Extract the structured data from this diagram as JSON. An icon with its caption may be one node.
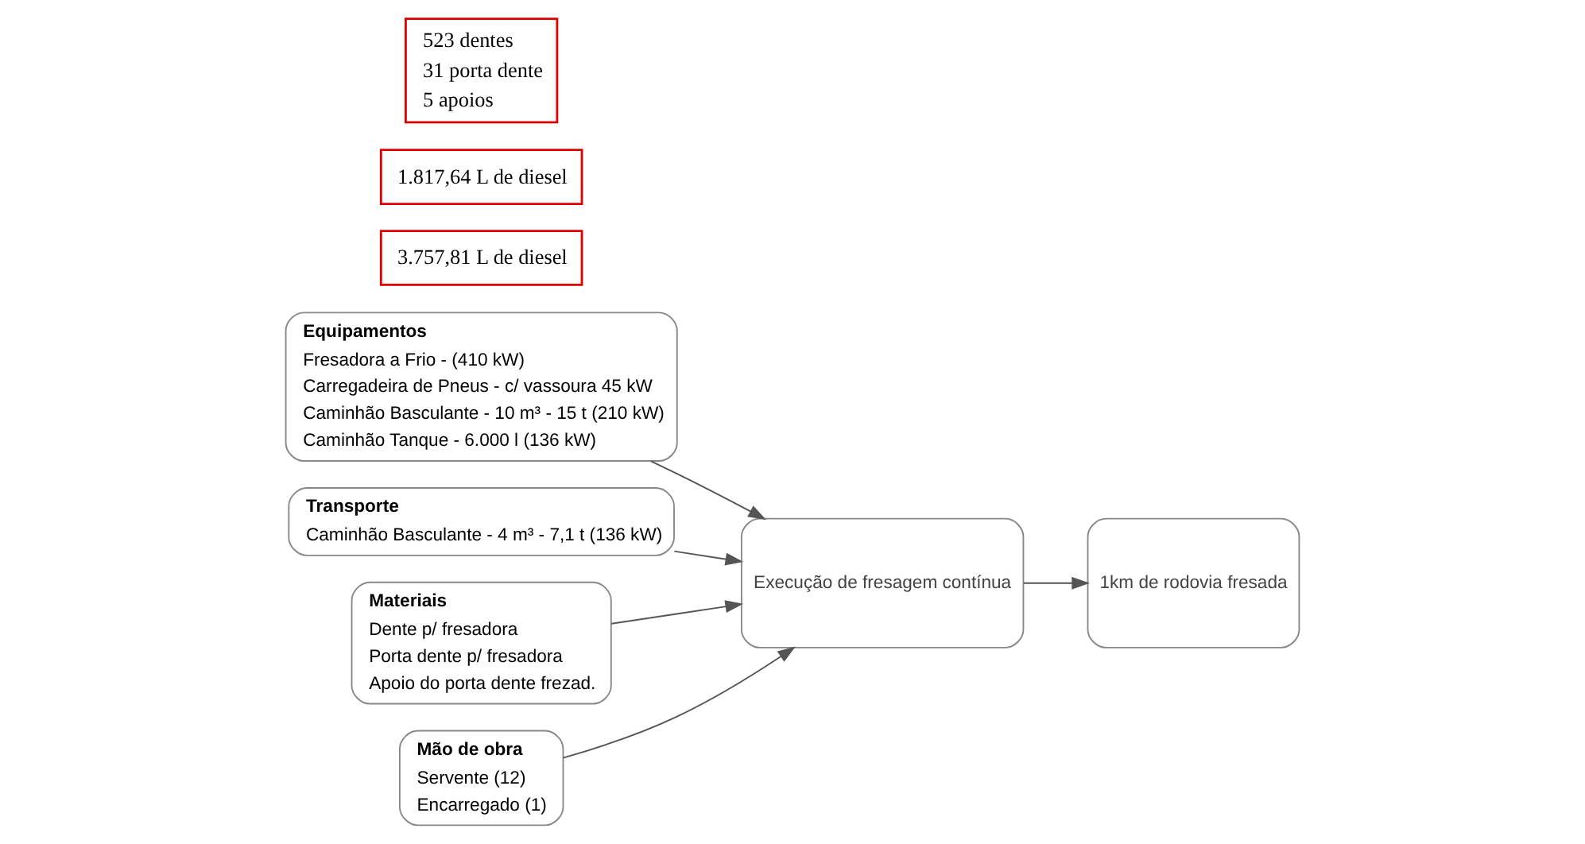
{
  "diagram": {
    "nodes": [
      {
        "text": [
          "Equipamentos",
          "Fresadora a Frio - (410 kW)",
          "Carregadeira de Pneus - c/ vassoura 45 kW",
          "Caminhão Basculante - 10 m³ - 15 t (210 kW)",
          "Caminhão Tanque - 6.000 l (136 kW)"
        ]
      },
      {
        "text": [
          "3.757,81 L de diesel"
        ]
      },
      {
        "text": [
          "1.817,64 L de diesel"
        ]
      },
      {
        "text": [
          "Transporte",
          "Caminhão Basculante - 4 m³ - 7,1 t (136 kW)"
        ]
      },
      {
        "text": [
          "Materiais",
          "Dente p/ fresadora",
          "Porta dente p/ fresadora",
          "Apoio do porta dente frezad."
        ]
      },
      {
        "text": [
          "523 dentes",
          "31 porta dente",
          "5 apoios"
        ]
      },
      {
        "text": [
          "Execução de fresagem contínua"
        ]
      },
      {
        "text": [
          "1km de rodovia fresada"
        ]
      },
      {
        "text": [
          "Mão de obra",
          "Servente (12)",
          "Encarregado (1)"
        ]
      }
    ],
    "edges": [
      {
        "from": 0,
        "to": 6,
        "arrow": "to"
      },
      {
        "from": 3,
        "to": 6,
        "arrow": "to"
      },
      {
        "from": 4,
        "to": 6,
        "arrow": "to"
      },
      {
        "from": 8,
        "to": 6,
        "arrow": "to"
      },
      {
        "from": 6,
        "to": 7,
        "arrow": "to"
      }
    ]
  }
}
